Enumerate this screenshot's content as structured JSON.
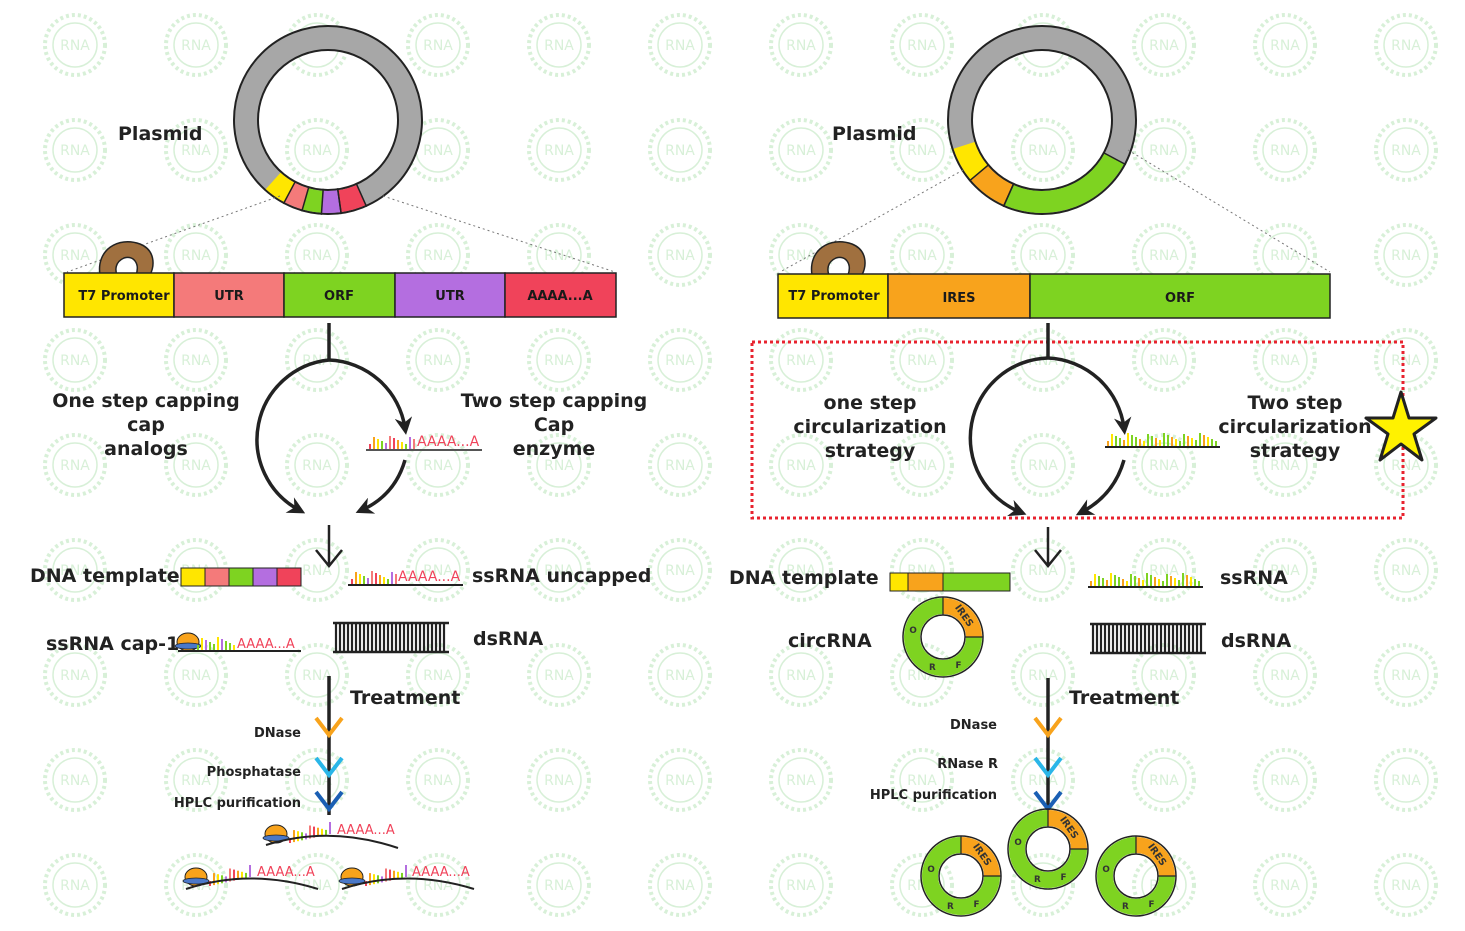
{
  "watermark": {
    "text": "RNA",
    "color": "#d8f0d8"
  },
  "left": {
    "plasmid_label": "Plasmid",
    "construct": [
      "T7 Promoter",
      "UTR",
      "ORF",
      "UTR",
      "AAAA...A"
    ],
    "one_step": [
      "One step capping",
      "cap",
      "analogs"
    ],
    "two_step": [
      "Two step capping",
      "Cap",
      "enzyme"
    ],
    "poly_a": "AAAA...A",
    "dna_template": "DNA template",
    "ssrna_uncapped": "ssRNA uncapped",
    "ssrna_cap1": "ssRNA cap-1",
    "dsrna": "dsRNA",
    "treatment": "Treatment",
    "steps": [
      "DNase",
      "Phosphatase",
      "HPLC purification"
    ]
  },
  "right": {
    "plasmid_label": "Plasmid",
    "construct": [
      "T7 Promoter",
      "IRES",
      "ORF"
    ],
    "one_step": [
      "one step",
      "circularization",
      "strategy"
    ],
    "two_step": [
      "Two step",
      "circularization",
      "strategy"
    ],
    "dna_template": "DNA template",
    "ssrna": "ssRNA",
    "circrna": "circRNA",
    "dsrna": "dsRNA",
    "treatment": "Treatment",
    "steps": [
      "DNase",
      "RNase R",
      "HPLC purification"
    ],
    "ring_labels": {
      "ires": "IRES",
      "o": "O",
      "r": "R",
      "f": "F"
    }
  },
  "colors": {
    "yellow": "#ffe600",
    "salmon": "#f47a7a",
    "green": "#7ed321",
    "purple": "#b46ee0",
    "red": "#f0435a",
    "orange": "#f8a31c",
    "gray": "#a7a7a7",
    "dark": "#222222",
    "border_red": "#e8232f",
    "star": "#fff200",
    "polymerase": "#a0703f"
  }
}
